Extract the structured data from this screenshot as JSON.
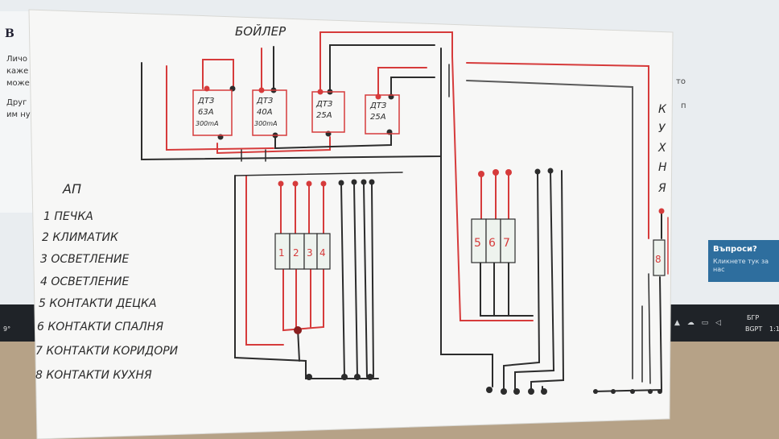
{
  "screen": {
    "window_letter": "B",
    "window_text_lines": [
      "Личо",
      "каже",
      "може",
      "Друг",
      "им ну"
    ],
    "right_text_1": "то",
    "right_text_2": "п",
    "ask_title": "Въпроси?",
    "ask_sub_1": "Кликнете тук за",
    "ask_sub_2": "нас",
    "tray_lang_1": "БГР",
    "tray_lang_2": "BGPT",
    "tray_time": "1:1",
    "tray_left": "9°"
  },
  "drawing": {
    "top_label": "БОЙЛЕР",
    "breakers": [
      {
        "line1": "ДТЗ",
        "line2": "63А",
        "line3": "300mA"
      },
      {
        "line1": "ДТЗ",
        "line2": "40А",
        "line3": "300mA"
      },
      {
        "line1": "ДТЗ",
        "line2": "25А",
        "line3": ""
      },
      {
        "line1": "ДТЗ",
        "line2": "25А",
        "line3": ""
      }
    ],
    "group1_labels": [
      "1",
      "2",
      "3",
      "4"
    ],
    "group2_labels": [
      "5",
      "6",
      "7"
    ],
    "group3_label": "8",
    "right_vertical_letters": [
      "К",
      "У",
      "Х",
      "Н",
      "Я"
    ],
    "legend_title": "АП",
    "legend_items": [
      "1 ПЕЧКА",
      "2 КЛИМАТИК",
      "3 ОСВЕТЛЕНИЕ",
      "4 ОСВЕТЛЕНИЕ",
      "5 КОНТАКТИ ДЕЦКА",
      "6 КОНТАКТИ СПАЛНЯ",
      "7 КОНТАКТИ КОРИДОРИ",
      "8 КОНТАКТИ КУХНЯ"
    ]
  }
}
